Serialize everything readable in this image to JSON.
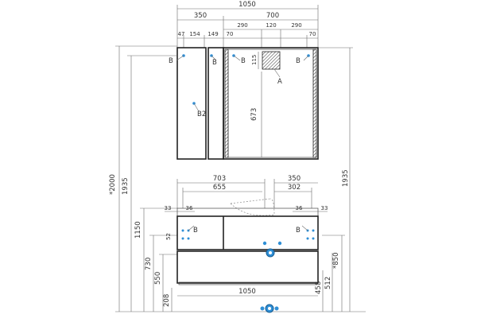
{
  "top_dims": {
    "overall": "1050",
    "left_width": "350",
    "right_width": "700",
    "d47": "47",
    "d154": "154",
    "d149": "149",
    "d70_left": "70",
    "d290_left": "290",
    "d120": "120",
    "d290_right": "290",
    "d70_right": "70",
    "d115": "115",
    "d673": "673"
  },
  "vertical_dims": {
    "total": "*2000",
    "mirror_top_left": "1935",
    "mirror_top_right": "1935",
    "d1150": "1150",
    "d730": "730",
    "d550": "550",
    "d208": "208",
    "d850": "*850",
    "d512": "512",
    "d458": "458"
  },
  "vanity_dims": {
    "d703": "703",
    "d655": "655",
    "d350": "350",
    "d302": "302",
    "d33": "33",
    "d36_left": "36",
    "d36_right": "36",
    "d52": "52",
    "bottom_width": "1050"
  },
  "labels": {
    "b1": "B",
    "b2": "B",
    "b3": "B",
    "b4": "B",
    "b2_label": "B2",
    "a": "A",
    "b_vanity_left": "B",
    "b_vanity_right": "B"
  },
  "colors": {
    "accent": "#2f8fd6",
    "line": "#444444"
  }
}
